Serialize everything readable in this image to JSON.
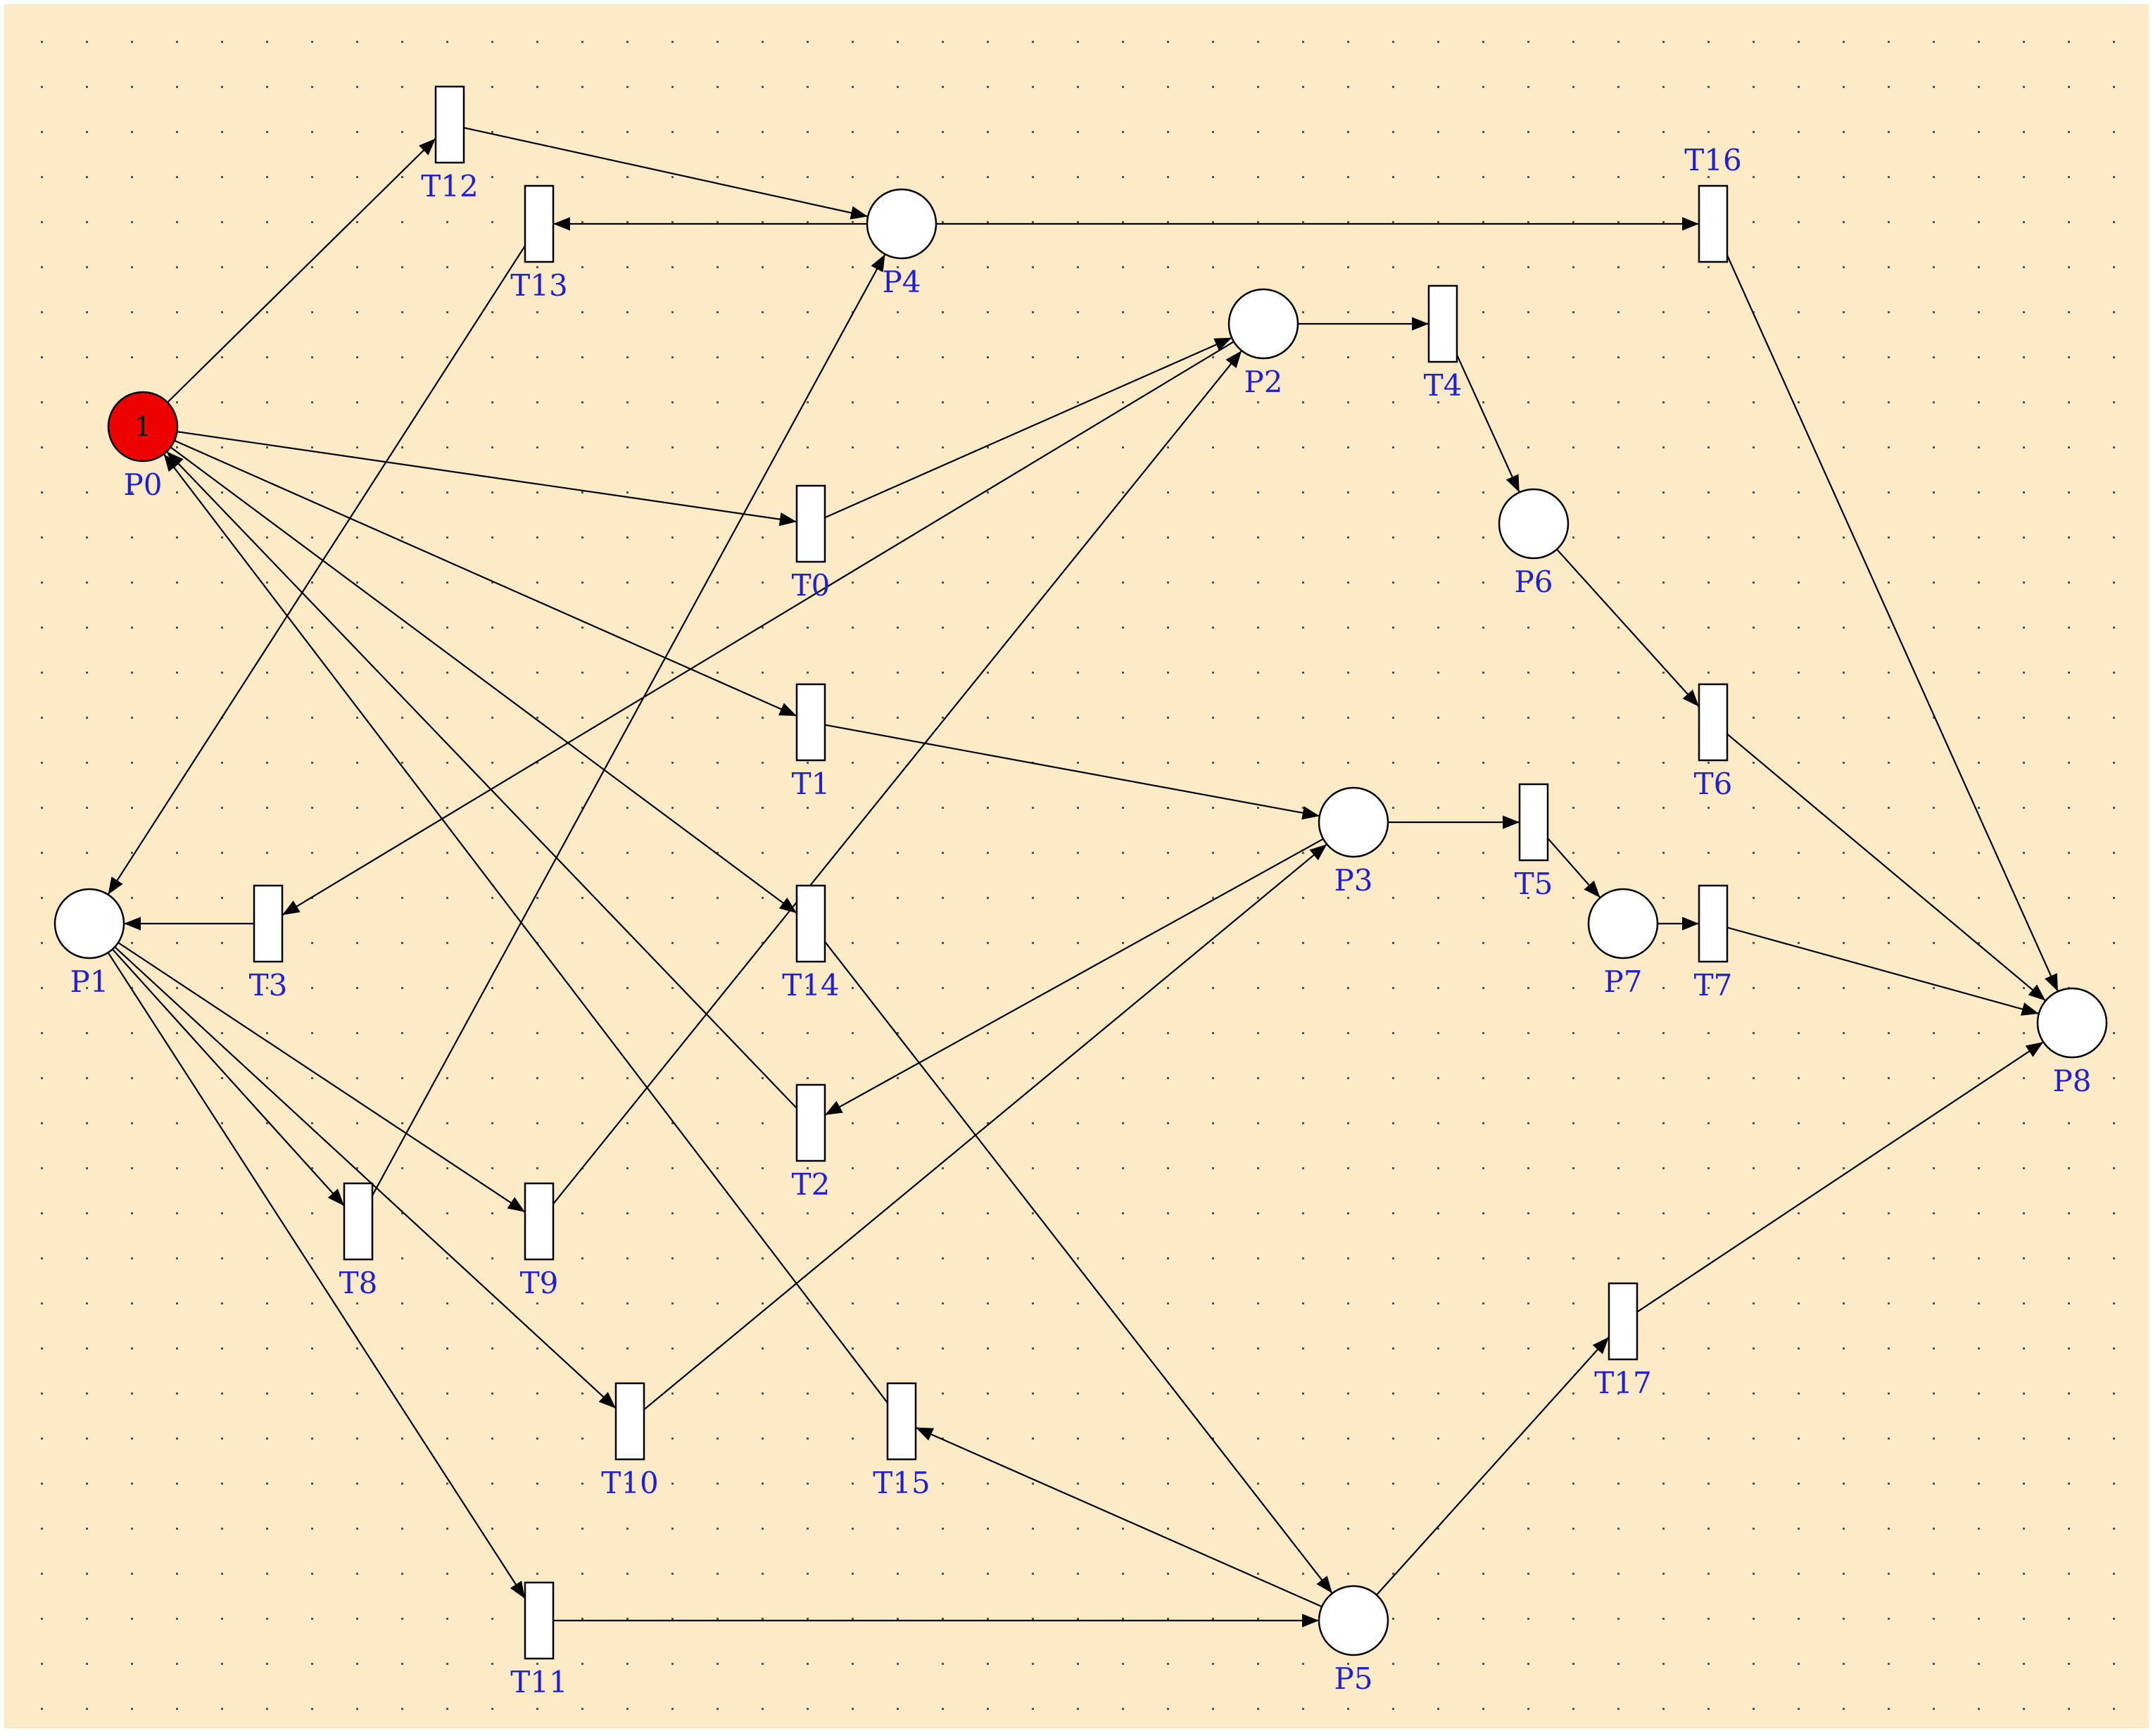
{
  "colors": {
    "background": "#fdebc8",
    "border": "#ffffff",
    "grid_dot": "#555555",
    "label": "#1f1fd6",
    "marked_place": "#ee0000",
    "arc": "#000000"
  },
  "places": [
    {
      "id": "P0",
      "label": "P0",
      "tokens": "1"
    },
    {
      "id": "P1",
      "label": "P1"
    },
    {
      "id": "P2",
      "label": "P2"
    },
    {
      "id": "P3",
      "label": "P3"
    },
    {
      "id": "P4",
      "label": "P4"
    },
    {
      "id": "P5",
      "label": "P5"
    },
    {
      "id": "P6",
      "label": "P6"
    },
    {
      "id": "P7",
      "label": "P7"
    },
    {
      "id": "P8",
      "label": "P8"
    }
  ],
  "transitions": [
    {
      "id": "T0",
      "label": "T0"
    },
    {
      "id": "T1",
      "label": "T1"
    },
    {
      "id": "T2",
      "label": "T2"
    },
    {
      "id": "T3",
      "label": "T3"
    },
    {
      "id": "T4",
      "label": "T4"
    },
    {
      "id": "T5",
      "label": "T5"
    },
    {
      "id": "T6",
      "label": "T6"
    },
    {
      "id": "T7",
      "label": "T7"
    },
    {
      "id": "T8",
      "label": "T8"
    },
    {
      "id": "T9",
      "label": "T9"
    },
    {
      "id": "T10",
      "label": "T10"
    },
    {
      "id": "T11",
      "label": "T11"
    },
    {
      "id": "T12",
      "label": "T12"
    },
    {
      "id": "T13",
      "label": "T13"
    },
    {
      "id": "T14",
      "label": "T14"
    },
    {
      "id": "T15",
      "label": "T15"
    },
    {
      "id": "T16",
      "label": "T16"
    },
    {
      "id": "T17",
      "label": "T17"
    }
  ],
  "arcs": [
    [
      "P0",
      "T12"
    ],
    [
      "T12",
      "P4"
    ],
    [
      "P4",
      "T13"
    ],
    [
      "T13",
      "P1"
    ],
    [
      "P4",
      "T16"
    ],
    [
      "T16",
      "P8"
    ],
    [
      "P0",
      "T0"
    ],
    [
      "T0",
      "P2"
    ],
    [
      "P0",
      "T1"
    ],
    [
      "T1",
      "P3"
    ],
    [
      "P0",
      "T14"
    ],
    [
      "T14",
      "P5"
    ],
    [
      "T2",
      "P0"
    ],
    [
      "T15",
      "P0"
    ],
    [
      "P2",
      "T4"
    ],
    [
      "T4",
      "P6"
    ],
    [
      "P6",
      "T6"
    ],
    [
      "T6",
      "P8"
    ],
    [
      "P2",
      "T3"
    ],
    [
      "T3",
      "P1"
    ],
    [
      "P3",
      "T5"
    ],
    [
      "T5",
      "P7"
    ],
    [
      "P7",
      "T7"
    ],
    [
      "T7",
      "P8"
    ],
    [
      "P3",
      "T2"
    ],
    [
      "P1",
      "T8"
    ],
    [
      "T8",
      "P4"
    ],
    [
      "P1",
      "T9"
    ],
    [
      "T9",
      "P2"
    ],
    [
      "P1",
      "T10"
    ],
    [
      "T10",
      "P3"
    ],
    [
      "P1",
      "T11"
    ],
    [
      "T11",
      "P5"
    ],
    [
      "P5",
      "T15"
    ],
    [
      "P5",
      "T17"
    ],
    [
      "T17",
      "P8"
    ]
  ]
}
